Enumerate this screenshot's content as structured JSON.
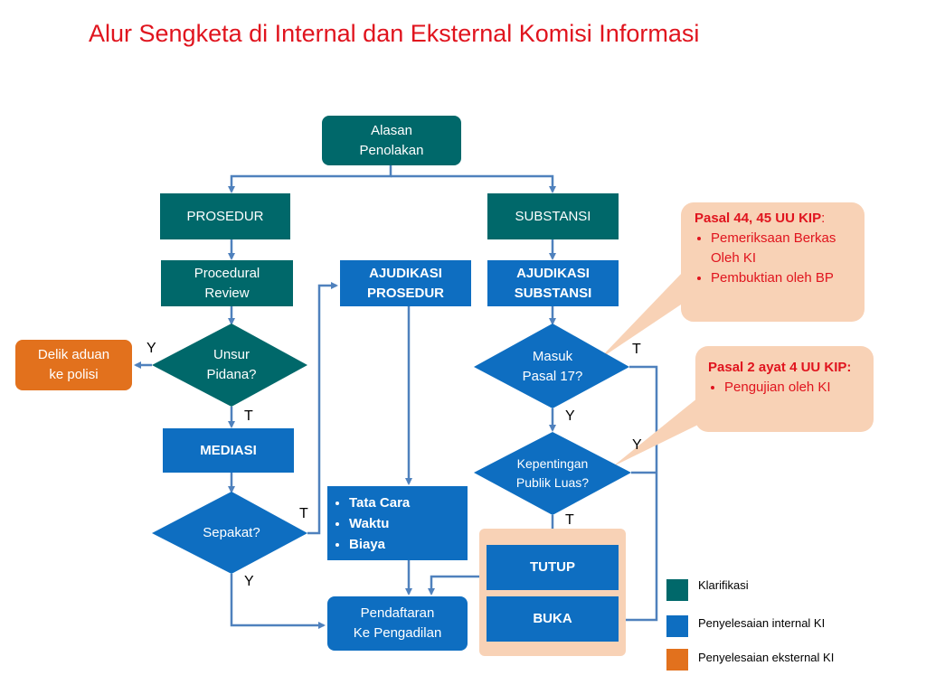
{
  "title": "Alur Sengketa di Internal dan Eksternal Komisi Informasi",
  "nodes": {
    "alasan": "Alasan\nPenolakan",
    "prosedur": "PROSEDUR",
    "substansi": "SUBSTANSI",
    "procedural_review": "Procedural\nReview",
    "ajudikasi_prosedur": "AJUDIKASI\nPROSEDUR",
    "ajudikasi_substansi": "AJUDIKASI\nSUBSTANSI",
    "unsur_pidana": "Unsur\nPidana?",
    "delik": "Delik aduan\nke polisi",
    "masuk_pasal": "Masuk\nPasal 17?",
    "mediasi": "MEDIASI",
    "kepentingan": "Kepentingan\nPublik Luas?",
    "sepakat": "Sepakat?",
    "tutup": "TUTUP",
    "buka": "BUKA",
    "pendaftaran": "Pendaftaran\nKe Pengadilan",
    "bullets": [
      "Tata Cara",
      "Waktu",
      "Biaya"
    ]
  },
  "edge_labels": {
    "unsur_y": "Y",
    "unsur_t": "T",
    "sepakat_t": "T",
    "sepakat_y": "Y",
    "masuk_t": "T",
    "masuk_y": "Y",
    "kepentingan_y": "Y",
    "kepentingan_t": "T"
  },
  "callouts": {
    "c1_title": "Pasal 44, 45  UU KIP",
    "c1_colon": ":",
    "c1_items": [
      "Pemeriksaan Berkas Oleh KI",
      "Pembuktian oleh BP"
    ],
    "c2_title": "Pasal 2 ayat 4 UU KIP:",
    "c2_items": [
      "Pengujian oleh KI"
    ]
  },
  "legend": [
    {
      "label": "Klarifikasi",
      "color": "#00686a"
    },
    {
      "label": "Penyelesaian internal KI",
      "color": "#0e6ec1"
    },
    {
      "label": "Penyelesaian eksternal KI",
      "color": "#e2711d"
    }
  ],
  "colors": {
    "title": "#e0141e",
    "teal": "#00686a",
    "blue": "#0e6ec1",
    "orange": "#e2711d",
    "peach": "#f8d2b6",
    "connector": "#4f81bd"
  }
}
